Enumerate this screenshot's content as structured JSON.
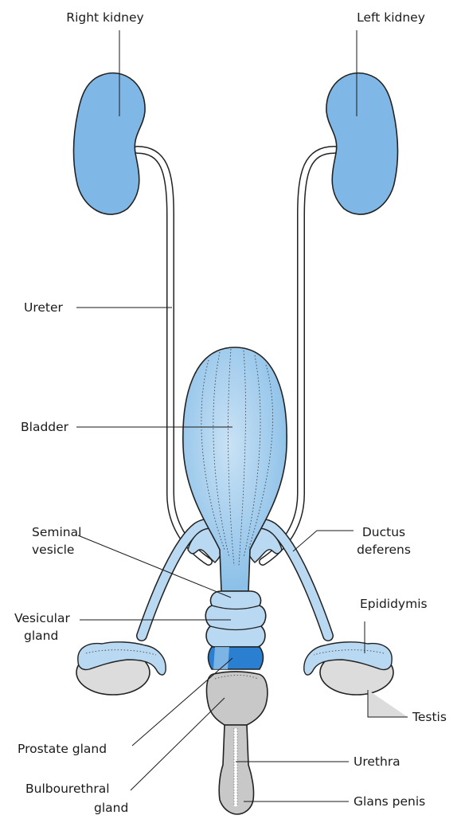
{
  "colors": {
    "organ_fill": "#7fb8e6",
    "organ_light": "#b9d9f2",
    "organ_stroke": "#222222",
    "prostate_band": "#2a7fd0",
    "testis_fill": "#dcdcdc",
    "penis_fill": "#c8c8c8",
    "leader_line": "#1a1a1a"
  },
  "labels": {
    "right_kidney": "Right kidney",
    "left_kidney": "Left kidney",
    "ureter": "Ureter",
    "bladder": "Bladder",
    "seminal_vesicle_1": "Seminal",
    "seminal_vesicle_2": "vesicle",
    "ductus_deferens_1": "Ductus",
    "ductus_deferens_2": "deferens",
    "vesicular_gland_1": "Vesicular",
    "vesicular_gland_2": "gland",
    "epididymis": "Epididymis",
    "testis": "Testis",
    "prostate_gland": "Prostate gland",
    "urethra": "Urethra",
    "bulbourethral_gland_1": "Bulbourethral",
    "bulbourethral_gland_2": "gland",
    "glans_penis": "Glans penis"
  }
}
